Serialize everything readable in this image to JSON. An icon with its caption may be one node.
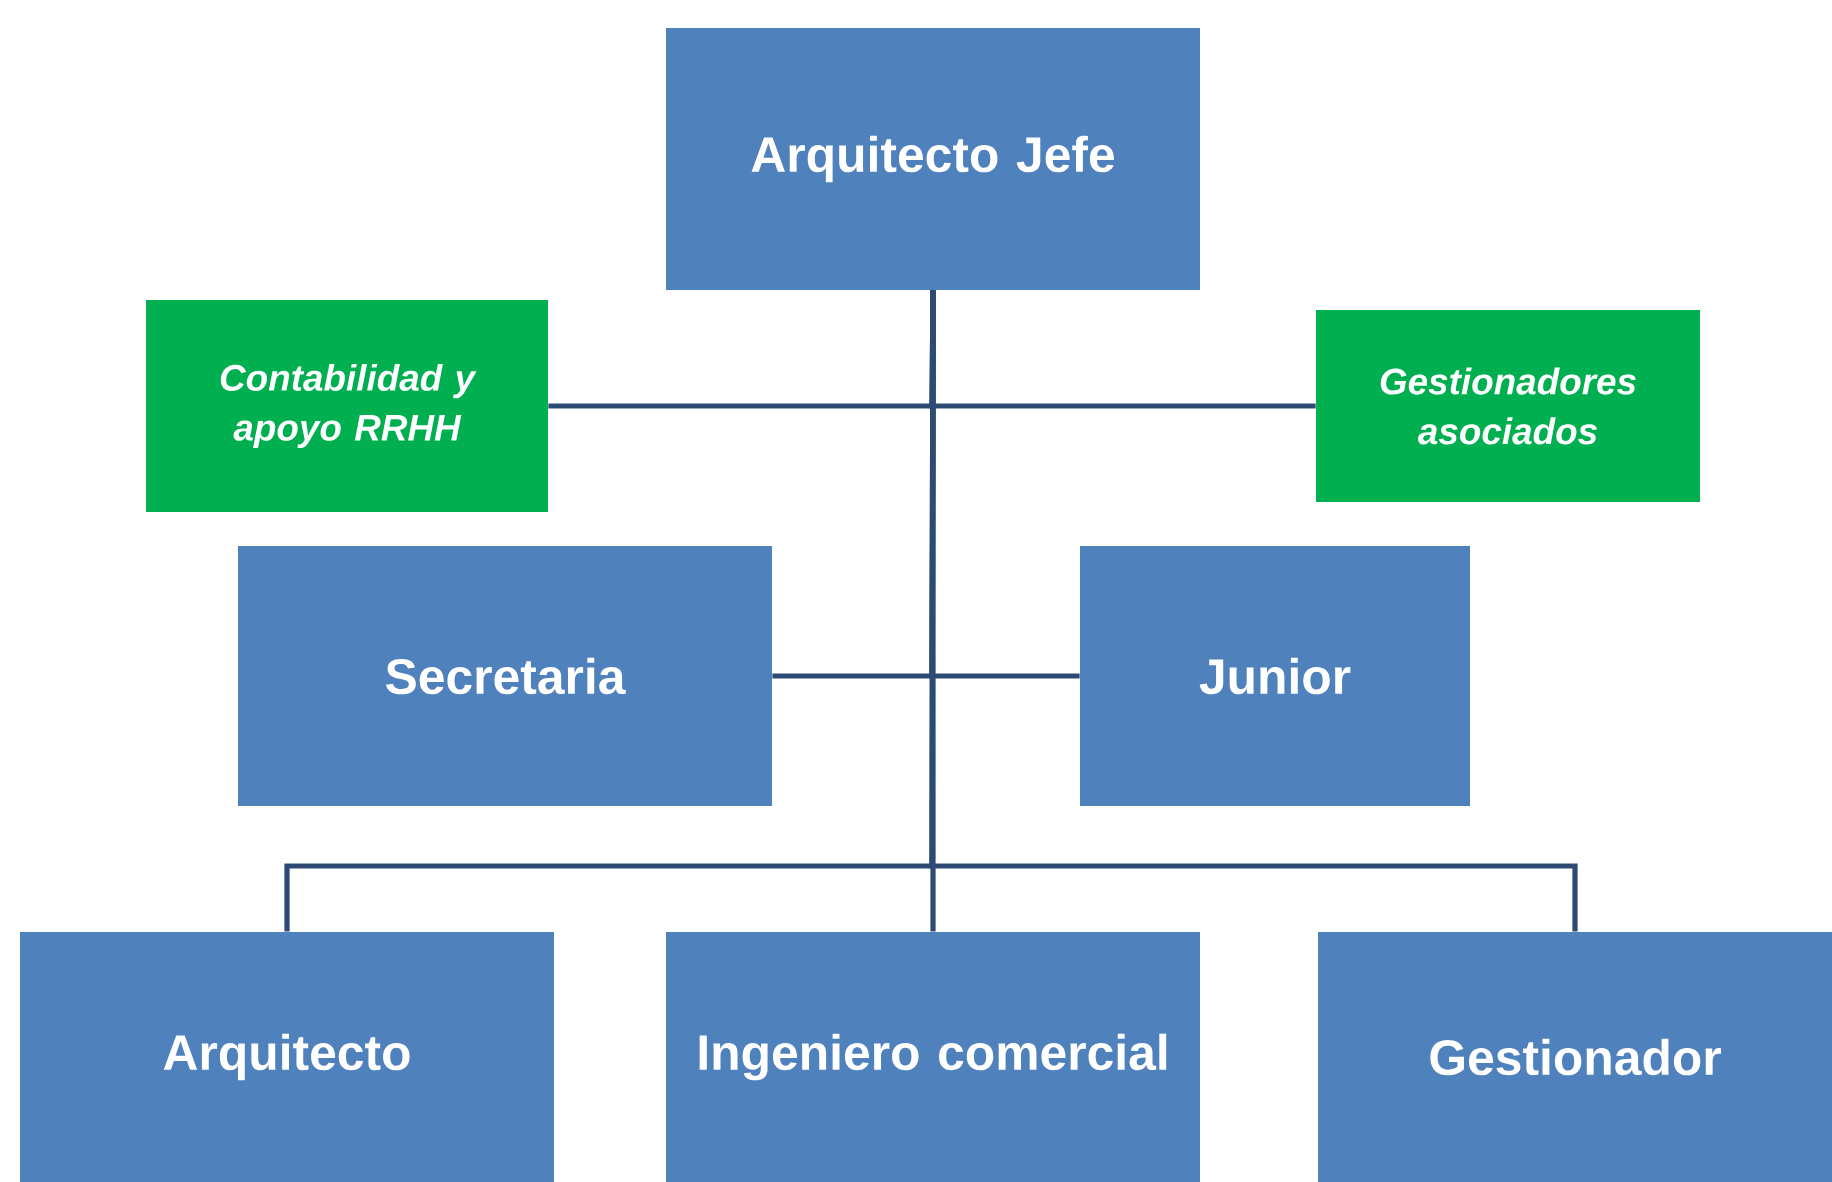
{
  "diagram": {
    "nodes": [
      {
        "text": [
          "Arquitecto Jefe"
        ]
      },
      {
        "text": [
          "Contabilidad y apoyo RRHH"
        ]
      },
      {
        "text": [
          "Gestionadores asociados"
        ]
      },
      {
        "text": [
          "Secretaria"
        ]
      },
      {
        "text": [
          "Junior"
        ]
      },
      {
        "text": [
          "Arquitecto"
        ]
      },
      {
        "text": [
          "Ingeniero comercial"
        ]
      },
      {
        "text": [
          "Gestionador"
        ]
      }
    ],
    "edges": [
      {
        "from": 0,
        "to": 1,
        "arrow": "none"
      },
      {
        "from": 0,
        "to": 2,
        "arrow": "none"
      },
      {
        "from": 0,
        "to": 3,
        "arrow": "none"
      },
      {
        "from": 0,
        "to": 4,
        "arrow": "none"
      },
      {
        "from": 0,
        "to": 5,
        "arrow": "none"
      },
      {
        "from": 0,
        "to": 6,
        "arrow": "none"
      },
      {
        "from": 0,
        "to": 7,
        "arrow": "none"
      }
    ]
  }
}
